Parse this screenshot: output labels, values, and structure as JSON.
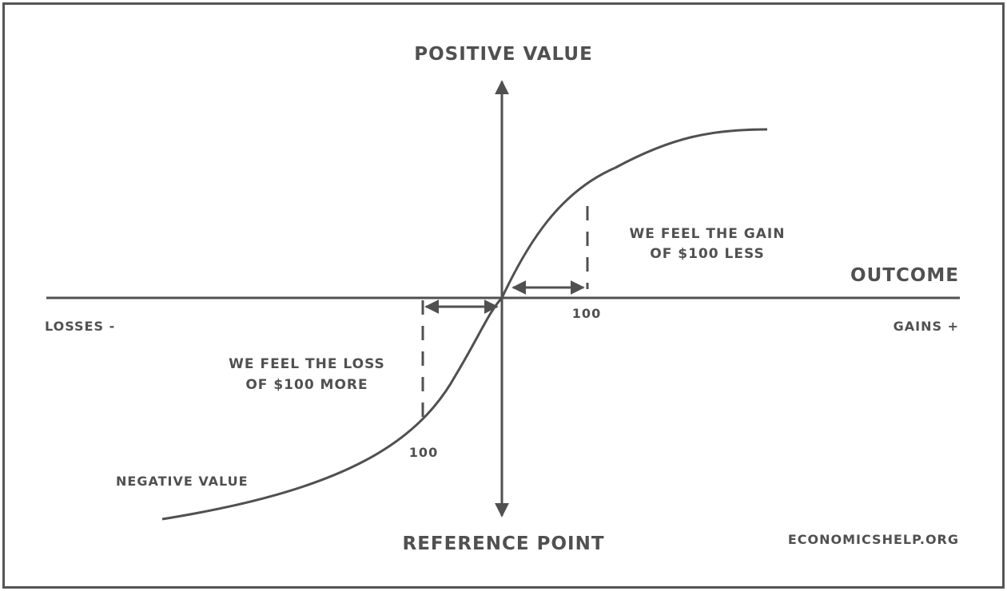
{
  "diagram": {
    "top_axis_label": "POSITIVE VALUE",
    "bottom_axis_label": "REFERENCE POINT",
    "x_axis_label": "OUTCOME",
    "left_axis_label": "LOSSES -",
    "right_axis_label": "GAINS +",
    "negative_value_label": "NEGATIVE VALUE",
    "gain_note_line1": "WE FEEL THE GAIN",
    "gain_note_line2": "OF $100 LESS",
    "loss_note_line1": "WE FEEL THE LOSS",
    "loss_note_line2": "OF $100 MORE",
    "gain_tick": "100",
    "loss_tick": "100",
    "source": "ECONOMICSHELP.ORG"
  },
  "colors": {
    "ink": "#505050",
    "border": "#555555",
    "background": "#ffffff"
  }
}
